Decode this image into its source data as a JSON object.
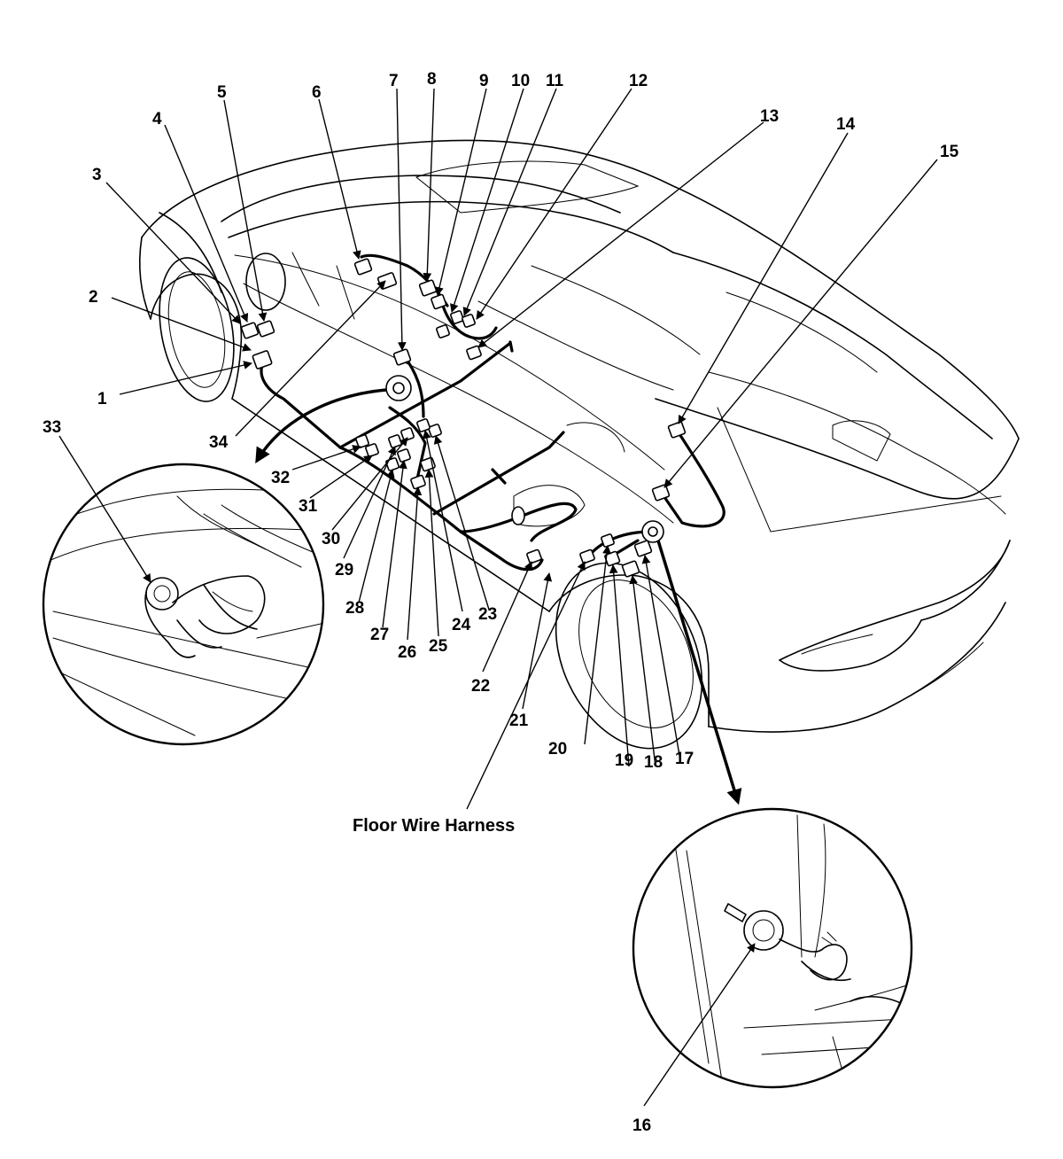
{
  "diagram": {
    "caption": "Floor Wire Harness",
    "callouts": [
      "1",
      "2",
      "3",
      "4",
      "5",
      "6",
      "7",
      "8",
      "9",
      "10",
      "11",
      "12",
      "13",
      "14",
      "15",
      "16",
      "17",
      "18",
      "19",
      "20",
      "21",
      "22",
      "23",
      "24",
      "25",
      "26",
      "27",
      "28",
      "29",
      "30",
      "31",
      "32",
      "33",
      "34"
    ]
  }
}
